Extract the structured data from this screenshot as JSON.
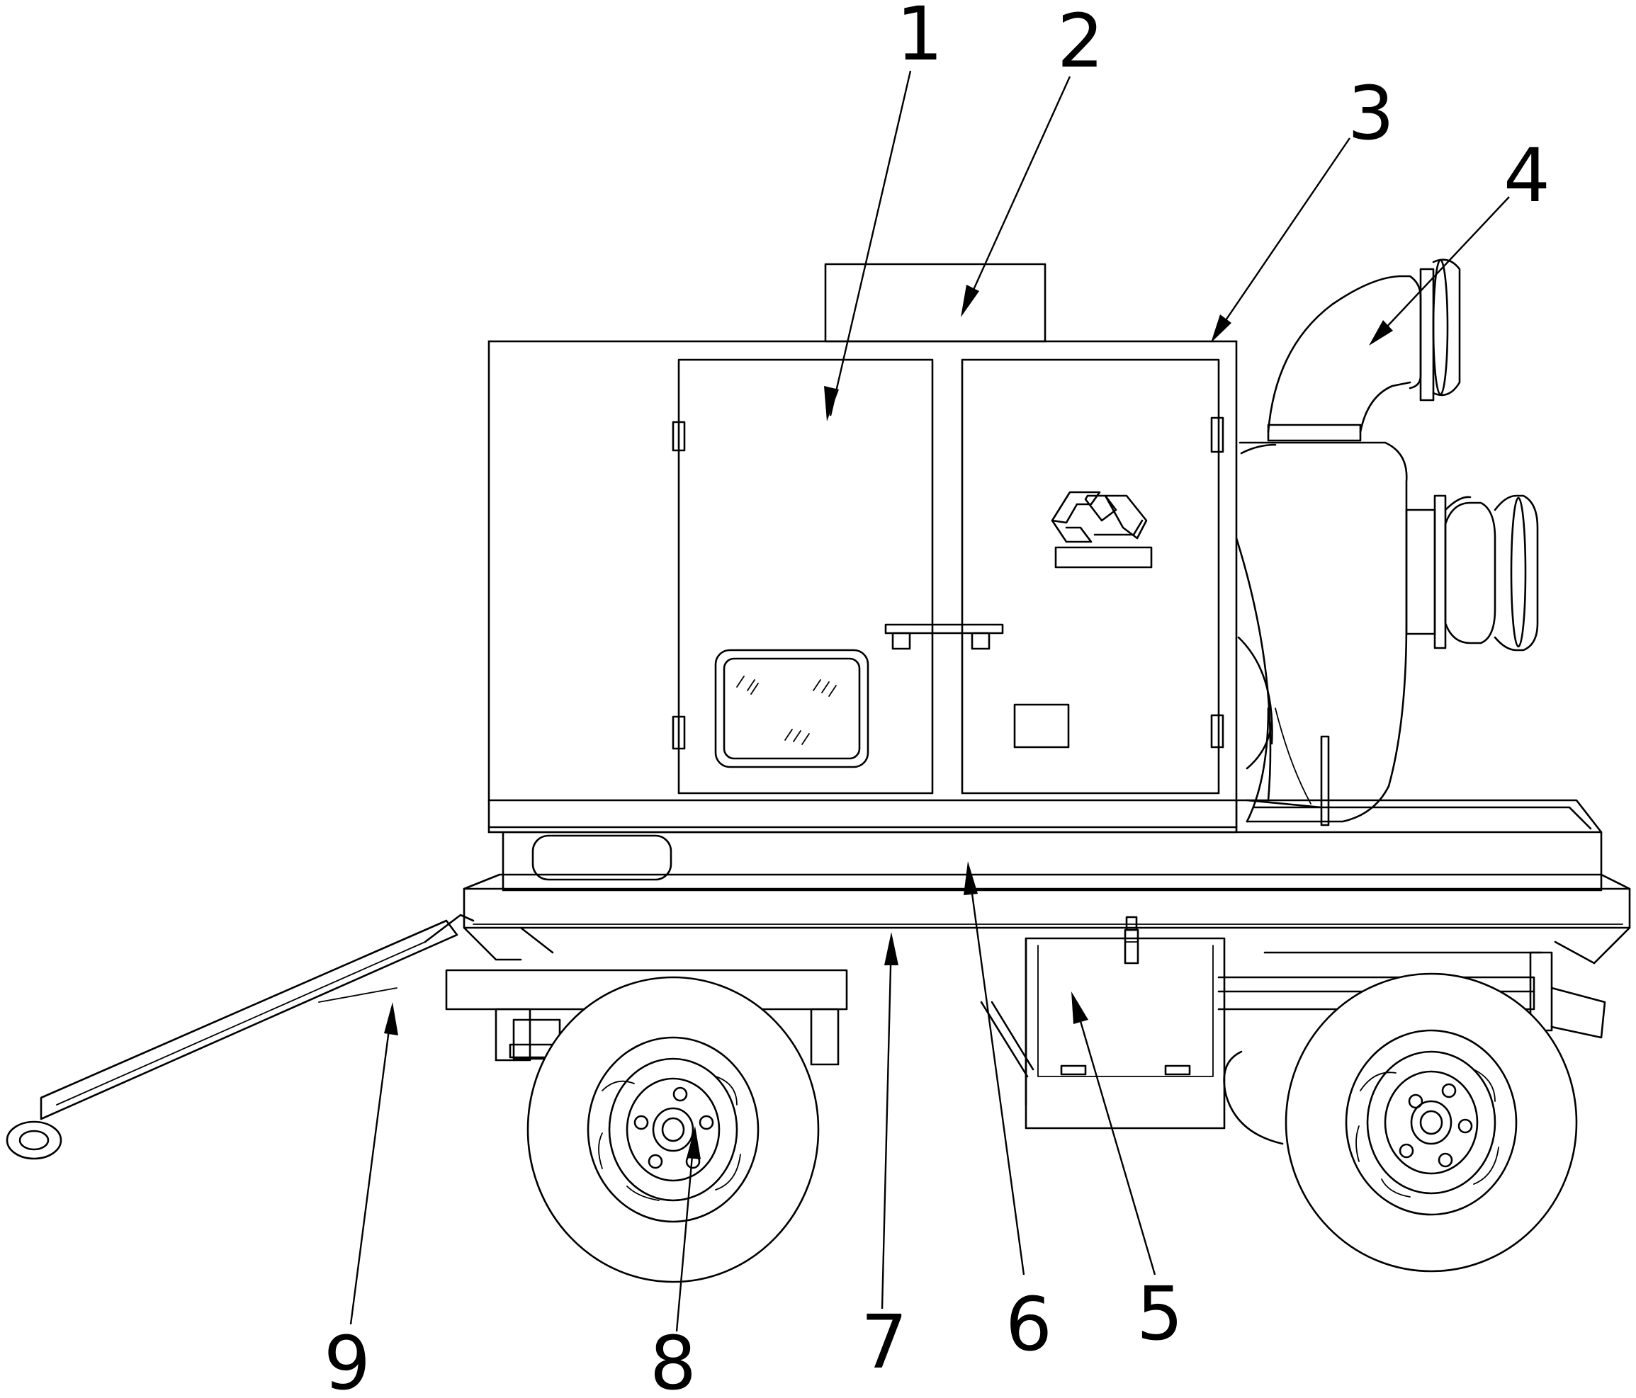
{
  "callouts": [
    {
      "id": "1",
      "text": "1"
    },
    {
      "id": "2",
      "text": "2"
    },
    {
      "id": "3",
      "text": "3"
    },
    {
      "id": "4",
      "text": "4"
    },
    {
      "id": "5",
      "text": "5"
    },
    {
      "id": "6",
      "text": "6"
    },
    {
      "id": "7",
      "text": "7"
    },
    {
      "id": "8",
      "text": "8"
    },
    {
      "id": "9",
      "text": "9"
    }
  ],
  "colors": {
    "line": "#000000",
    "background": "#ffffff"
  },
  "icons": {
    "logo": "recycle-logo-icon"
  }
}
